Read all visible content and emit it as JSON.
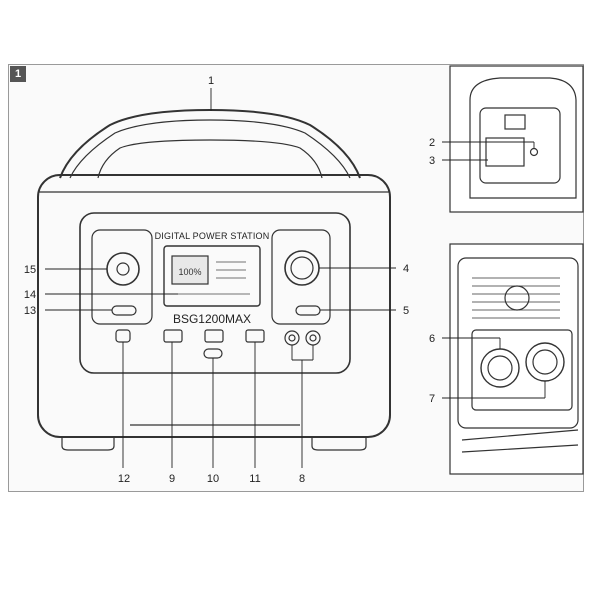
{
  "section_number": "1",
  "front_panel": {
    "title": "DIGITAL POWER STATION",
    "model": "BSG1200MAX",
    "display_percent": "100%"
  },
  "callouts": {
    "c1": "1",
    "c2": "2",
    "c3": "3",
    "c4": "4",
    "c5": "5",
    "c6": "6",
    "c7": "7",
    "c8": "8",
    "c9": "9",
    "c10": "10",
    "c11": "11",
    "c12": "12",
    "c13": "13",
    "c14": "14",
    "c15": "15"
  }
}
